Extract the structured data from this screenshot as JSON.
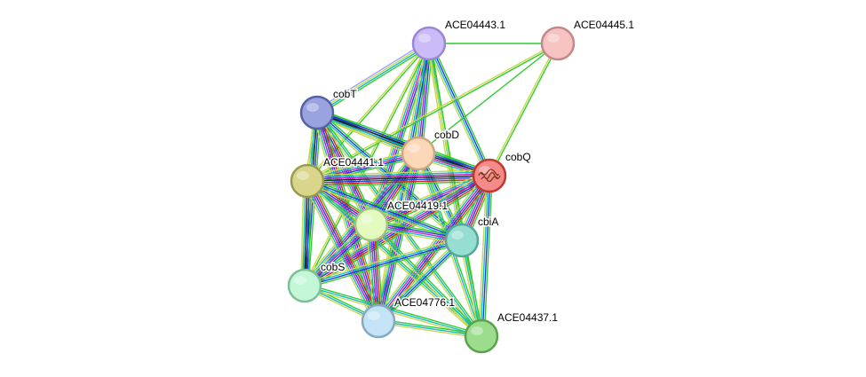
{
  "network": {
    "evidence_colors": {
      "neighborhood": "#2fcc2f",
      "fusion": "#e11c1c",
      "cooccurrence": "#1c3ce1",
      "coexpression": "#222222",
      "experiments": "#c21cc8",
      "databases": "#18b8c8",
      "textmining": "#c8d84a",
      "homology": "#9aa0ff"
    },
    "query_node": "cobQ",
    "nodes": [
      {
        "id": "ACE04443.1",
        "label": "ACE04443.1",
        "color": "#cbbcf7",
        "border": "#9b86d4"
      },
      {
        "id": "ACE04445.1",
        "label": "ACE04445.1",
        "color": "#f7c2c2",
        "border": "#c48888"
      },
      {
        "id": "cobT",
        "label": "cobT",
        "color": "#9aa3e0",
        "border": "#5560a5"
      },
      {
        "id": "cobD",
        "label": "cobD",
        "color": "#fcd8b8",
        "border": "#cfa67e"
      },
      {
        "id": "cobQ",
        "label": "cobQ",
        "color": "#f48a8a",
        "border": "#c0392b",
        "icon": "protein-structure-icon"
      },
      {
        "id": "ACE04441.1",
        "label": "ACE04441.1",
        "color": "#d9d68c",
        "border": "#9c9a52"
      },
      {
        "id": "ACE04419.1",
        "label": "ACE04419.1",
        "color": "#e4fbc0",
        "border": "#a5bf80"
      },
      {
        "id": "cbiA",
        "label": "cbiA",
        "color": "#96ddd2",
        "border": "#55a898"
      },
      {
        "id": "cobS",
        "label": "cobS",
        "color": "#c4f7d8",
        "border": "#7fbf96"
      },
      {
        "id": "ACE04776.1",
        "label": "ACE04776.1",
        "color": "#c5e3f7",
        "border": "#86a9c4"
      },
      {
        "id": "ACE04437.1",
        "label": "ACE04437.1",
        "color": "#9bdd8c",
        "border": "#5aa34c"
      }
    ],
    "edges": [
      {
        "source": "ACE04443.1",
        "target": "ACE04445.1",
        "evidence": [
          "neighborhood"
        ]
      },
      {
        "source": "ACE04443.1",
        "target": "cobT",
        "evidence": [
          "neighborhood",
          "databases",
          "textmining",
          "homology"
        ]
      },
      {
        "source": "ACE04443.1",
        "target": "cobD",
        "evidence": [
          "neighborhood",
          "cooccurrence",
          "experiments",
          "databases",
          "textmining"
        ]
      },
      {
        "source": "ACE04443.1",
        "target": "cobQ",
        "evidence": [
          "neighborhood",
          "cooccurrence",
          "databases",
          "textmining"
        ]
      },
      {
        "source": "ACE04443.1",
        "target": "ACE04441.1",
        "evidence": [
          "neighborhood",
          "textmining"
        ]
      },
      {
        "source": "ACE04443.1",
        "target": "ACE04419.1",
        "evidence": [
          "neighborhood",
          "cooccurrence",
          "experiments",
          "databases",
          "textmining"
        ]
      },
      {
        "source": "ACE04443.1",
        "target": "cbiA",
        "evidence": [
          "neighborhood",
          "databases",
          "textmining"
        ]
      },
      {
        "source": "ACE04443.1",
        "target": "ACE04776.1",
        "evidence": [
          "neighborhood",
          "cooccurrence",
          "databases",
          "textmining"
        ]
      },
      {
        "source": "ACE04443.1",
        "target": "ACE04437.1",
        "evidence": [
          "neighborhood",
          "textmining"
        ]
      },
      {
        "source": "ACE04443.1",
        "target": "cobS",
        "evidence": [
          "neighborhood",
          "textmining"
        ]
      },
      {
        "source": "ACE04445.1",
        "target": "cobQ",
        "evidence": [
          "neighborhood",
          "textmining"
        ]
      },
      {
        "source": "ACE04445.1",
        "target": "cobD",
        "evidence": [
          "neighborhood"
        ]
      },
      {
        "source": "ACE04445.1",
        "target": "ACE04441.1",
        "evidence": [
          "neighborhood",
          "textmining"
        ]
      },
      {
        "source": "cobT",
        "target": "cobD",
        "evidence": [
          "neighborhood",
          "cooccurrence",
          "coexpression",
          "databases",
          "textmining"
        ]
      },
      {
        "source": "cobT",
        "target": "cobQ",
        "evidence": [
          "neighborhood",
          "cooccurrence",
          "coexpression",
          "databases",
          "textmining"
        ]
      },
      {
        "source": "cobT",
        "target": "ACE04441.1",
        "evidence": [
          "neighborhood",
          "databases",
          "textmining"
        ]
      },
      {
        "source": "cobT",
        "target": "ACE04419.1",
        "evidence": [
          "neighborhood",
          "fusion",
          "cooccurrence",
          "experiments",
          "databases",
          "textmining"
        ]
      },
      {
        "source": "cobT",
        "target": "cbiA",
        "evidence": [
          "neighborhood",
          "cooccurrence",
          "databases",
          "textmining"
        ]
      },
      {
        "source": "cobT",
        "target": "cobS",
        "evidence": [
          "neighborhood",
          "cooccurrence",
          "coexpression",
          "databases",
          "textmining"
        ]
      },
      {
        "source": "cobT",
        "target": "ACE04776.1",
        "evidence": [
          "neighborhood",
          "fusion",
          "cooccurrence",
          "experiments",
          "databases",
          "textmining"
        ]
      },
      {
        "source": "cobT",
        "target": "ACE04437.1",
        "evidence": [
          "neighborhood",
          "databases",
          "textmining"
        ]
      },
      {
        "source": "cobD",
        "target": "cobQ",
        "evidence": [
          "neighborhood",
          "cooccurrence",
          "coexpression",
          "experiments",
          "databases",
          "textmining"
        ]
      },
      {
        "source": "cobD",
        "target": "ACE04441.1",
        "evidence": [
          "neighborhood",
          "cooccurrence",
          "experiments",
          "databases",
          "textmining"
        ]
      },
      {
        "source": "cobD",
        "target": "ACE04419.1",
        "evidence": [
          "neighborhood",
          "fusion",
          "cooccurrence",
          "experiments",
          "databases",
          "textmining"
        ]
      },
      {
        "source": "cobD",
        "target": "cbiA",
        "evidence": [
          "neighborhood",
          "cooccurrence",
          "databases",
          "textmining"
        ]
      },
      {
        "source": "cobD",
        "target": "cobS",
        "evidence": [
          "neighborhood",
          "cooccurrence",
          "experiments",
          "databases",
          "textmining"
        ]
      },
      {
        "source": "cobD",
        "target": "ACE04776.1",
        "evidence": [
          "neighborhood",
          "cooccurrence",
          "experiments",
          "databases",
          "textmining"
        ]
      },
      {
        "source": "cobD",
        "target": "ACE04437.1",
        "evidence": [
          "neighborhood",
          "databases",
          "textmining"
        ]
      },
      {
        "source": "cobQ",
        "target": "ACE04441.1",
        "evidence": [
          "neighborhood",
          "fusion",
          "cooccurrence",
          "coexpression",
          "experiments",
          "databases",
          "textmining"
        ]
      },
      {
        "source": "cobQ",
        "target": "ACE04419.1",
        "evidence": [
          "neighborhood",
          "fusion",
          "cooccurrence",
          "experiments",
          "databases",
          "textmining"
        ]
      },
      {
        "source": "cobQ",
        "target": "cbiA",
        "evidence": [
          "neighborhood",
          "fusion",
          "cooccurrence",
          "experiments",
          "databases",
          "textmining"
        ]
      },
      {
        "source": "cobQ",
        "target": "cobS",
        "evidence": [
          "neighborhood",
          "fusion",
          "cooccurrence",
          "experiments",
          "databases",
          "textmining"
        ]
      },
      {
        "source": "cobQ",
        "target": "ACE04776.1",
        "evidence": [
          "neighborhood",
          "fusion",
          "cooccurrence",
          "experiments",
          "databases",
          "textmining"
        ]
      },
      {
        "source": "cobQ",
        "target": "ACE04437.1",
        "evidence": [
          "neighborhood",
          "cooccurrence",
          "databases",
          "textmining"
        ]
      },
      {
        "source": "ACE04441.1",
        "target": "ACE04419.1",
        "evidence": [
          "neighborhood",
          "fusion",
          "cooccurrence",
          "experiments",
          "databases",
          "textmining"
        ]
      },
      {
        "source": "ACE04441.1",
        "target": "cbiA",
        "evidence": [
          "neighborhood",
          "cooccurrence",
          "databases",
          "textmining"
        ]
      },
      {
        "source": "ACE04441.1",
        "target": "cobS",
        "evidence": [
          "neighborhood",
          "cooccurrence",
          "coexpression",
          "databases",
          "textmining"
        ]
      },
      {
        "source": "ACE04441.1",
        "target": "ACE04776.1",
        "evidence": [
          "neighborhood",
          "fusion",
          "cooccurrence",
          "experiments",
          "databases",
          "textmining"
        ]
      },
      {
        "source": "ACE04441.1",
        "target": "ACE04437.1",
        "evidence": [
          "neighborhood",
          "databases",
          "textmining"
        ]
      },
      {
        "source": "ACE04419.1",
        "target": "cbiA",
        "evidence": [
          "neighborhood",
          "cooccurrence",
          "experiments",
          "databases",
          "textmining"
        ]
      },
      {
        "source": "ACE04419.1",
        "target": "cobS",
        "evidence": [
          "neighborhood",
          "cooccurrence",
          "experiments",
          "databases",
          "textmining"
        ]
      },
      {
        "source": "ACE04419.1",
        "target": "ACE04776.1",
        "evidence": [
          "neighborhood",
          "fusion",
          "cooccurrence",
          "experiments",
          "databases",
          "textmining"
        ]
      },
      {
        "source": "ACE04419.1",
        "target": "ACE04437.1",
        "evidence": [
          "neighborhood",
          "databases",
          "textmining"
        ]
      },
      {
        "source": "cbiA",
        "target": "cobS",
        "evidence": [
          "neighborhood",
          "cooccurrence",
          "databases",
          "textmining"
        ]
      },
      {
        "source": "cbiA",
        "target": "ACE04776.1",
        "evidence": [
          "neighborhood",
          "cooccurrence",
          "databases",
          "textmining"
        ]
      },
      {
        "source": "cbiA",
        "target": "ACE04437.1",
        "evidence": [
          "neighborhood",
          "databases",
          "textmining"
        ]
      },
      {
        "source": "cobS",
        "target": "ACE04776.1",
        "evidence": [
          "neighborhood",
          "databases",
          "textmining"
        ]
      },
      {
        "source": "cobS",
        "target": "ACE04437.1",
        "evidence": [
          "neighborhood",
          "databases",
          "textmining"
        ]
      },
      {
        "source": "ACE04776.1",
        "target": "ACE04437.1",
        "evidence": [
          "neighborhood",
          "databases",
          "textmining"
        ]
      }
    ]
  }
}
